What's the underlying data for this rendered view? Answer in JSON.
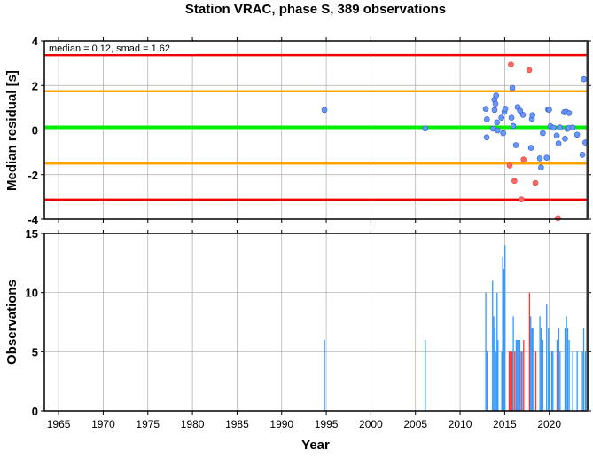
{
  "chart_data": [
    {
      "type": "scatter",
      "title": "Station VRAC, phase S, 389 observations",
      "ylabel": "Median residual [s]",
      "xlabel": "",
      "xlim": [
        1963.4,
        2024.3
      ],
      "ylim": [
        -4,
        4
      ],
      "yticks": [
        -4,
        -2,
        0,
        2,
        4
      ],
      "grid": true,
      "annotation": "median = 0.12, smad = 1.62",
      "reference_lines": [
        {
          "name": "median",
          "value": 0.12,
          "color": "#00ee00"
        },
        {
          "name": "median+1smad",
          "value": 1.74,
          "color": "#ffa500"
        },
        {
          "name": "median-1smad",
          "value": -1.5,
          "color": "#ffa500"
        },
        {
          "name": "median+2smad",
          "value": 3.36,
          "color": "#ee0000"
        },
        {
          "name": "median-2smad",
          "value": -3.12,
          "color": "#ee0000"
        }
      ],
      "series": [
        {
          "name": "inliers",
          "color": "#6699ff",
          "points": [
            [
              1994.8,
              0.9
            ],
            [
              2006.1,
              0.07
            ],
            [
              2012.88,
              0.95
            ],
            [
              2013.01,
              0.48
            ],
            [
              2012.98,
              -0.33
            ],
            [
              2013.71,
              0.06
            ],
            [
              2013.84,
              1.36
            ],
            [
              2014.04,
              1.55
            ],
            [
              2013.97,
              1.18
            ],
            [
              2013.87,
              0.9
            ],
            [
              2014.14,
              0.34
            ],
            [
              2014.2,
              -0.02
            ],
            [
              2014.63,
              0.55
            ],
            [
              2014.83,
              -0.14
            ],
            [
              2014.97,
              0.82
            ],
            [
              2015.07,
              0.96
            ],
            [
              2015.76,
              0.55
            ],
            [
              2015.96,
              0.18
            ],
            [
              2015.86,
              1.89
            ],
            [
              2016.26,
              -0.68
            ],
            [
              2016.46,
              1.03
            ],
            [
              2016.72,
              0.87
            ],
            [
              2017.05,
              0.68
            ],
            [
              2018.05,
              0.5
            ],
            [
              2018.11,
              0.67
            ],
            [
              2017.95,
              -0.8
            ],
            [
              2018.94,
              -1.27
            ],
            [
              2019.07,
              -1.68
            ],
            [
              2019.27,
              -0.14
            ],
            [
              2019.7,
              -1.24
            ],
            [
              2019.87,
              0.92
            ],
            [
              2019.97,
              0.91
            ],
            [
              2020.13,
              0.17
            ],
            [
              2020.47,
              0.1
            ],
            [
              2020.83,
              -0.25
            ],
            [
              2021.03,
              -0.6
            ],
            [
              2021.2,
              0.11
            ],
            [
              2021.66,
              0.8
            ],
            [
              2021.89,
              0.82
            ],
            [
              2022.02,
              0.05
            ],
            [
              2022.22,
              0.76
            ],
            [
              2022.19,
              0.1
            ],
            [
              2021.76,
              -0.39
            ],
            [
              2022.62,
              0.11
            ],
            [
              2023.12,
              -0.21
            ],
            [
              2023.71,
              -1.11
            ],
            [
              2024.04,
              -0.56
            ],
            [
              2023.88,
              2.28
            ]
          ]
        },
        {
          "name": "outliers",
          "color": "#ff6666",
          "points": [
            [
              2015.7,
              2.94
            ],
            [
              2017.75,
              2.69
            ],
            [
              2017.12,
              -1.32
            ],
            [
              2015.56,
              -1.59
            ],
            [
              2016.09,
              -2.28
            ],
            [
              2018.44,
              -2.37
            ],
            [
              2016.89,
              -3.11
            ],
            [
              2020.96,
              -3.95
            ]
          ]
        }
      ]
    },
    {
      "type": "bar",
      "xlabel": "Year",
      "ylabel": "Observations",
      "xlim": [
        1963.4,
        2024.3
      ],
      "ylim": [
        0,
        15
      ],
      "xticks": [
        1965,
        1970,
        1975,
        1980,
        1985,
        1990,
        1995,
        2000,
        2005,
        2010,
        2015,
        2020
      ],
      "yticks": [
        0,
        5,
        10,
        15
      ],
      "grid": true,
      "colors": {
        "normal": "#3399ff",
        "outlier": "#ff3333"
      },
      "bars": [
        [
          1994.8,
          6,
          0
        ],
        [
          2006.1,
          6,
          0
        ],
        [
          2012.88,
          10,
          0
        ],
        [
          2013.01,
          5,
          0
        ],
        [
          2013.64,
          11,
          0
        ],
        [
          2013.77,
          8,
          0
        ],
        [
          2013.9,
          7,
          0
        ],
        [
          2014.04,
          5,
          0
        ],
        [
          2014.14,
          10,
          0
        ],
        [
          2014.24,
          6,
          0
        ],
        [
          2014.67,
          5,
          0
        ],
        [
          2014.77,
          13,
          0
        ],
        [
          2014.9,
          12,
          0
        ],
        [
          2015.03,
          14,
          0
        ],
        [
          2015.5,
          5,
          1
        ],
        [
          2015.63,
          5,
          1
        ],
        [
          2015.73,
          5,
          1
        ],
        [
          2015.83,
          5,
          1
        ],
        [
          2015.96,
          8,
          0
        ],
        [
          2016.13,
          5,
          1
        ],
        [
          2016.29,
          6,
          0
        ],
        [
          2016.42,
          6,
          0
        ],
        [
          2016.56,
          6,
          0
        ],
        [
          2016.69,
          6,
          0
        ],
        [
          2016.85,
          5,
          1
        ],
        [
          2016.95,
          5,
          0
        ],
        [
          2017.12,
          6,
          1
        ],
        [
          2017.78,
          10,
          1
        ],
        [
          2017.91,
          8,
          0
        ],
        [
          2018.05,
          7,
          0
        ],
        [
          2018.15,
          7,
          0
        ],
        [
          2018.48,
          5,
          1
        ],
        [
          2018.94,
          8,
          0
        ],
        [
          2019.07,
          7,
          0
        ],
        [
          2019.27,
          6,
          0
        ],
        [
          2019.7,
          9,
          0
        ],
        [
          2019.9,
          7,
          0
        ],
        [
          2020.0,
          5,
          0
        ],
        [
          2020.27,
          5,
          0
        ],
        [
          2020.4,
          5,
          0
        ],
        [
          2020.86,
          6,
          0
        ],
        [
          2020.93,
          5,
          1
        ],
        [
          2021.06,
          7,
          0
        ],
        [
          2021.2,
          5,
          0
        ],
        [
          2021.76,
          7,
          0
        ],
        [
          2021.92,
          8,
          0
        ],
        [
          2022.06,
          7,
          0
        ],
        [
          2022.22,
          6,
          0
        ],
        [
          2022.62,
          5,
          0
        ],
        [
          2023.12,
          5,
          0
        ],
        [
          2023.71,
          5,
          0
        ],
        [
          2023.85,
          7,
          0
        ],
        [
          2024.04,
          5,
          0
        ]
      ]
    }
  ]
}
